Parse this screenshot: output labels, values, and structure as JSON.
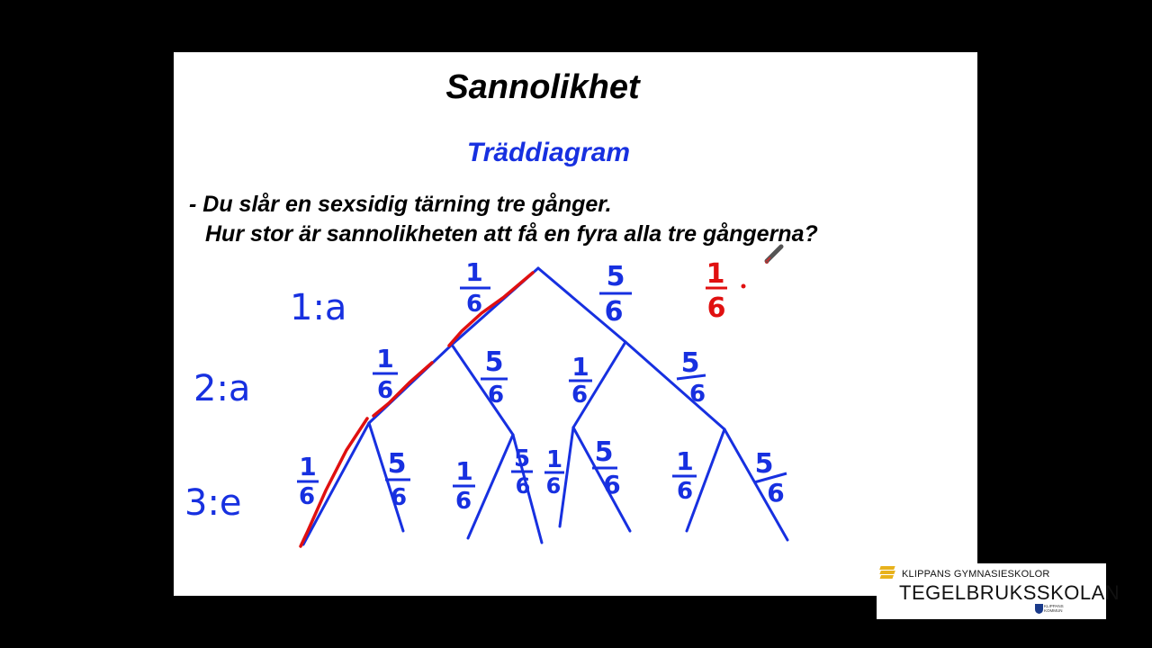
{
  "slide": {
    "title": "Sannolikhet",
    "subtitle": "Träddiagram",
    "question_line1": "- Du slår en sexsidig tärning tre gånger.",
    "question_line2": "Hur stor är sannolikheten att få en fyra alla tre gångerna?"
  },
  "tree": {
    "level_labels": [
      "1:a",
      "2:a",
      "3:e"
    ],
    "level1": {
      "left": {
        "num": "1",
        "den": "6"
      },
      "right": {
        "num": "5",
        "den": "6"
      }
    },
    "level2": [
      {
        "num": "1",
        "den": "6"
      },
      {
        "num": "5",
        "den": "6"
      },
      {
        "num": "1",
        "den": "6"
      },
      {
        "num": "5",
        "den": "6"
      }
    ],
    "level3": [
      {
        "num": "1",
        "den": "6"
      },
      {
        "num": "5",
        "den": "6"
      },
      {
        "num": "1",
        "den": "6"
      },
      {
        "num": "5",
        "den": "6"
      },
      {
        "num": "1",
        "den": "6"
      },
      {
        "num": "5",
        "den": "6"
      },
      {
        "num": "1",
        "den": "6"
      },
      {
        "num": "5",
        "den": "6"
      }
    ],
    "answer": {
      "num": "1",
      "den": "6"
    },
    "path_color": "#e01010",
    "tree_color": "#1730e0"
  },
  "logo": {
    "top_text": "KLIPPANS GYMNASIESKOLOR",
    "name": "TEGELBRUKSSKOLAN",
    "kommun_line1": "KLIPPANS",
    "kommun_line2": "KOMMUN"
  }
}
